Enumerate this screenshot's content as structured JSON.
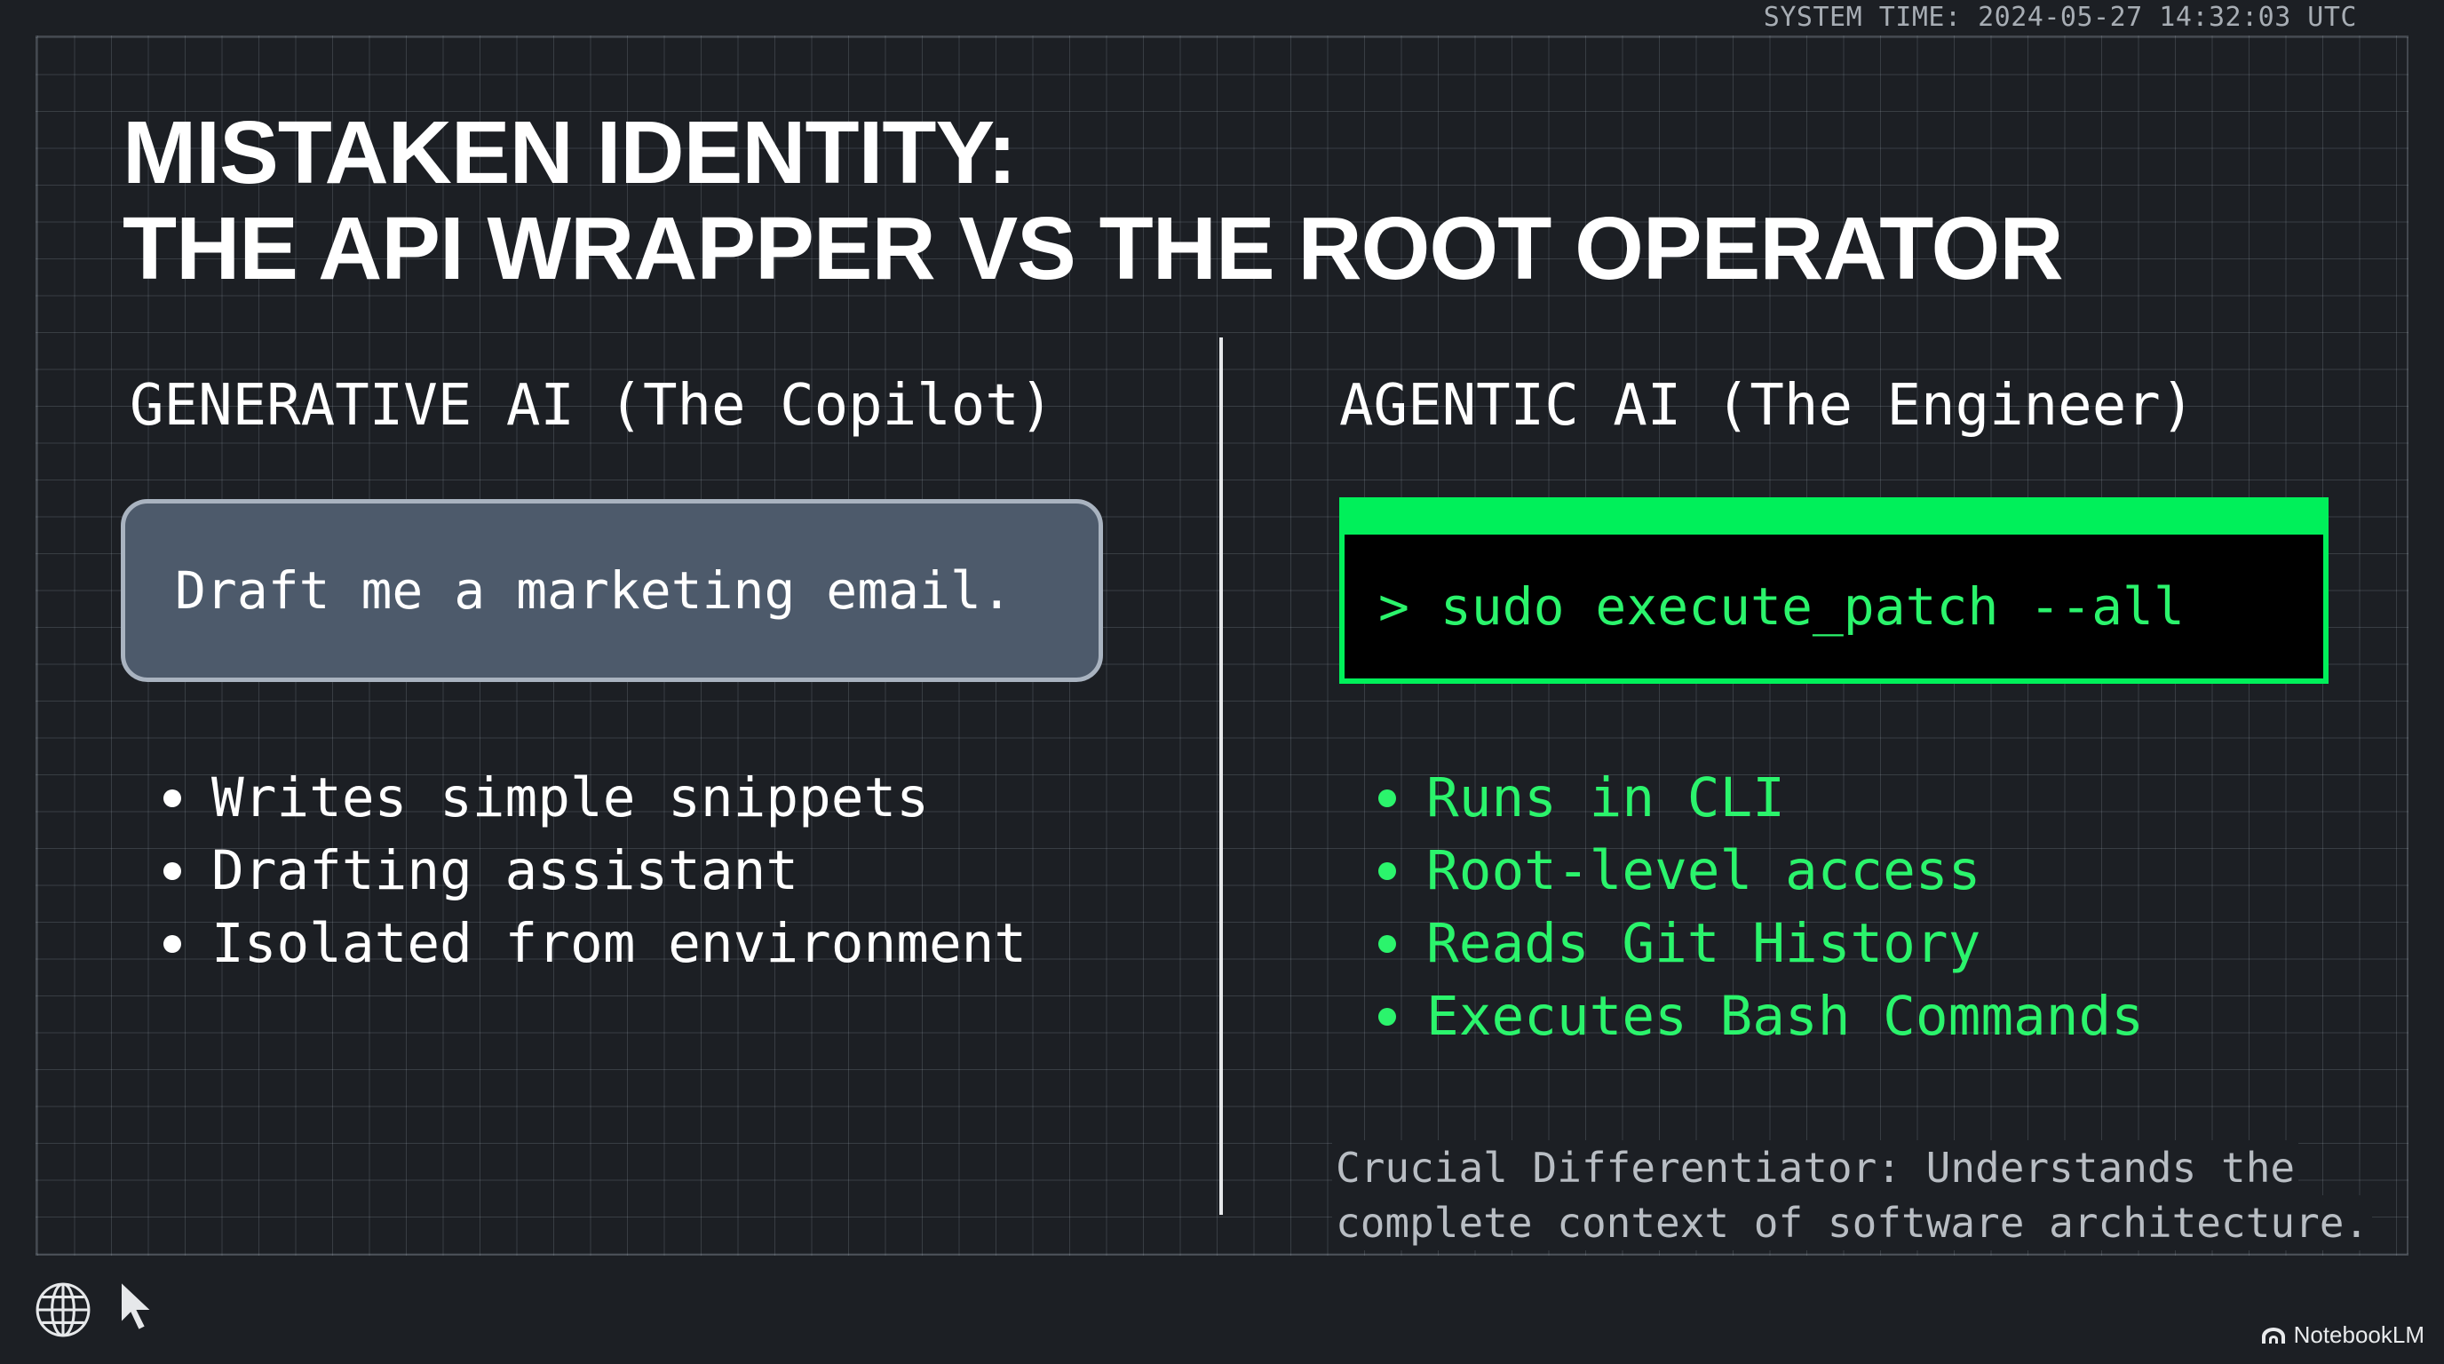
{
  "system_time": "SYSTEM TIME: 2024-05-27 14:32:03 UTC",
  "title": {
    "line1": "MISTAKEN IDENTITY:",
    "line2": "THE API WRAPPER VS THE ROOT OPERATOR"
  },
  "left": {
    "heading": "GENERATIVE AI (The Copilot)",
    "prompt": "Draft me a marketing email.",
    "bullets": [
      "Writes simple snippets",
      "Drafting assistant",
      "Isolated from environment"
    ]
  },
  "right": {
    "heading": "AGENTIC AI (The Engineer)",
    "command": "> sudo execute_patch --all",
    "bullets": [
      "Runs in CLI",
      "Root-level access",
      "Reads Git History",
      "Executes Bash Commands"
    ],
    "differentiator": {
      "line1": "Crucial Differentiator: Understands the",
      "line2": "complete context of software architecture."
    }
  },
  "footer": {
    "brand": "NotebookLM",
    "icons": [
      "globe-icon",
      "cursor-icon",
      "notebooklm-logo-icon"
    ]
  },
  "colors": {
    "background": "#1c1f24",
    "accent_green": "#00f05a",
    "terminal_text": "#2bf46c",
    "prompt_box": "#4d5a6b"
  }
}
